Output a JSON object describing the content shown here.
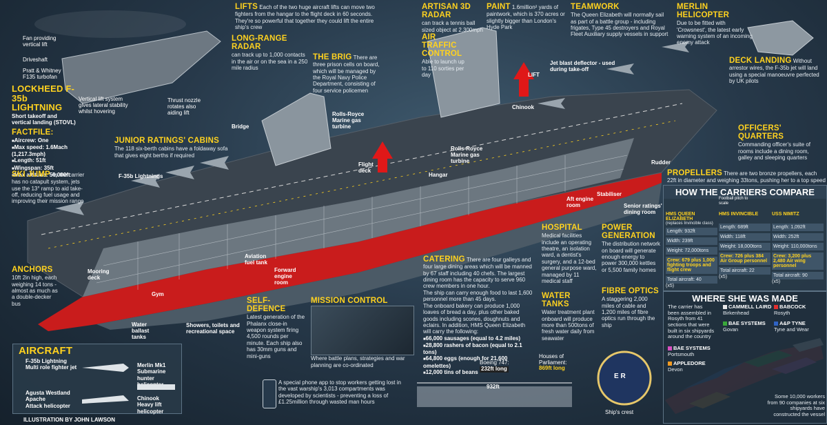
{
  "colors": {
    "accent": "#ffd21f",
    "hull_red": "#c91c1c",
    "deck": "#3c4650",
    "background": "#27394a"
  },
  "lifts": {
    "title": "LIFTS",
    "text": "Each of the two huge aircraft lifts can move two fighters from the hangar to the flight deck in 60 seconds. They're so powerful that together they could lift the entire ship's crew"
  },
  "long_range": {
    "title": "LONG-RANGE RADAR",
    "text": "can track up to 1,000 contacts in the air or on the sea in a 250 mile radius"
  },
  "artisan": {
    "title": "ARTISAN 3D RADAR",
    "text": "can track a tennis ball sized object at 2,300mph"
  },
  "atc": {
    "title": "AIR TRAFFIC CONTROL",
    "text": "Able to launch up to 110 sorties per day"
  },
  "paint": {
    "title": "PAINT",
    "text": "1.6million² yards of paintwork, which is 370 acres or slightly bigger than London's Hyde Park"
  },
  "teamwork": {
    "title": "TEAMWORK",
    "text": "The Queen Elizabeth will normally sail as part of a battle group - including frigates, Type 45 destroyers and Royal Fleet Auxiliary supply vessels in support"
  },
  "merlin": {
    "title": "MERLIN HELICOPTER",
    "text": "Due to be fitted with 'Crowsnest', the latest early warning system of an incoming enemy attack"
  },
  "deck_landing": {
    "title": "DECK LANDING",
    "text": "Without arrestor wires, the F-35b jet will land using a special manoeuvre perfected by UK pilots"
  },
  "brig": {
    "title": "THE BRIG",
    "text": "There are three prison cells on board, which will be managed by the Royal Navy Police Department, consisting of four service policemen"
  },
  "f35_labels": {
    "fan": "Fan providing vertical lift",
    "driveshaft": "Driveshaft",
    "pw": "Pratt & Whitney F135 turbofan",
    "vlift": "Vertical lift system gives lateral stability whilst hovering",
    "nozzle": "Thrust nozzle rotates also aiding lift"
  },
  "lightning": {
    "title": "LOCKHEED F-35b LIGHTNING",
    "subtitle": "Short takeoff and vertical landing (STOVL)",
    "factfile": "FACTFILE:",
    "facts": [
      "Aircrew: One",
      "Max speed: 1.6Mach (1,217.3mph)",
      "Length: 51ft",
      "Wingspan: 35ft",
      "Max altitude: 50,000ft"
    ]
  },
  "junior": {
    "title": "JUNIOR RATINGS' CABINS",
    "text": "The 118 six-berth cabins have a foldaway sofa that gives eight berths if required"
  },
  "ski": {
    "title": "SKI JUMP",
    "text": "As the carrier has no catapult system, jets use the 13° ramp to aid take-off, reducing fuel usage and improving their mission range"
  },
  "anchors": {
    "title": "ANCHORS",
    "text": "10ft 2in high, each weighing 14 tons - almost as much as a double-decker bus"
  },
  "officers": {
    "title": "OFFICERS' QUARTERS",
    "text": "Commanding officer's suite of rooms include a dining room, galley and sleeping quarters"
  },
  "propellers": {
    "title": "PROPELLERS",
    "text": "There are two bronze propellers, each 22ft in diameter and weighing 33tons, pushing her to a top speed of 30mph."
  },
  "ship_labels": {
    "bridge": "Bridge",
    "rr1": "Rolls-Royce Marine gas turbine",
    "rr2": "Rolls-Royce Marine gas turbine",
    "f35": "F-35b Lightnings",
    "flight_deck": "Flight deck",
    "hangar": "Hangar",
    "lift": "LIFT",
    "blast": "Jet blast deflector - used during take-off",
    "chinook": "Chinook",
    "rudder": "Rudder",
    "aft": "Aft engine room",
    "stabiliser": "Stabiliser",
    "senior": "Senior ratings' dining room",
    "aviation": "Aviation fuel tank",
    "forward": "Forward engine room",
    "mooring": "Mooring deck",
    "gym": "Gym",
    "ballast": "Water ballast tanks",
    "showers": "Showers, toilets and recreational space"
  },
  "hospital": {
    "title": "HOSPITAL",
    "text": "Medical facilities include an operating theatre, an isolation ward, a dentist's surgery, and a 12-bed general purpose ward, managed by 11 medical staff"
  },
  "power": {
    "title": "POWER GENERATION",
    "text": "The distribution network on board will generate enough energy to power 300,000 kettles or 5,500 family homes"
  },
  "fibre": {
    "title": "FIBRE OPTICS",
    "text": "A staggering 2,000 miles of cable and 1,200 miles of fibre optics run through the ship"
  },
  "water": {
    "title": "WATER TANKS",
    "text": "Water treatment plant onboard will produce more than 500tons of fresh water daily from seawater"
  },
  "catering": {
    "title": "CATERING",
    "text": "There are four galleys and four large dining areas which will be manned by 67 staff including 40 chefs. The largest dining room has the capacity to serve 960 crew members in one hour.",
    "text2": "The ship can carry enough food to last 1,600 personnel more than 45 days.",
    "text3": "The onboard bakery can produce 1,000 loaves of bread a day, plus other baked goods including scones, doughnuts and eclairs. In addition, HMS Queen Elizabeth will carry the following:",
    "items": [
      "66,000 sausages (equal to 4.2 miles)",
      "28,800 rashers of bacon (equal to 2.1 tons)",
      "64,800 eggs (enough for 21,600 omelettes)",
      "12,000 tins of beans"
    ]
  },
  "selfdef": {
    "title": "SELF-DEFENCE",
    "text": "Latest generation of the Phalanx close-in weapon system firing 4,500 rounds per minute. Each ship also has 30mm guns and mini-guns"
  },
  "mission": {
    "title": "MISSION CONTROL",
    "text": "Where battle plans, strategies and war planning are co-ordinated"
  },
  "aircraft": {
    "title": "AIRCRAFT",
    "items": [
      {
        "name": "F-35b Lightning",
        "role": "Multi role fighter jet"
      },
      {
        "name": "Merlin Mk1",
        "role": "Submarine hunter helicopter"
      },
      {
        "name": "Agusta Westland Apache",
        "role": "Attack helicopter"
      },
      {
        "name": "Chinook",
        "role": "Heavy lift helicopter"
      }
    ]
  },
  "phone_app": "A special phone app to stop workers getting lost in the vast warship's 3,013 compartments was developed by scientists - preventing a loss of £1.25million through wasted man hours",
  "credit": "ILLUSTRATION BY JOHN LAWSON",
  "size": {
    "boeing": "Boeing 747:",
    "boeing_val": "232ft long",
    "parl": "Houses of Parliament:",
    "parl_val": "869ft long",
    "ship_len": "932ft"
  },
  "crest": {
    "label": "Ship's crest",
    "letters": "E R"
  },
  "compare": {
    "title": "HOW THE CARRIERS COMPARE",
    "pitch": "Football pitch to scale",
    "carriers": [
      {
        "name": "HMS QUEEN ELIZABETH",
        "note": "(replaces Invincible class)",
        "length": "Length: 932ft",
        "width": "Width: 239ft",
        "weight": "Weight: 72,000tons",
        "crew": "Crew: 679 plus 1,000 fighting troops and flight crew",
        "aircraft": "Total aircraft: 40",
        "multi": "(x5)"
      },
      {
        "name": "HMS INVINCIBLE",
        "note": "",
        "length": "Length: 689ft",
        "width": "Width: 118ft",
        "weight": "Weight: 18,000tons",
        "crew": "Crew: 726 plus 384 Air Group personnel",
        "aircraft": "Total aircraft: 22",
        "multi": "(x5)"
      },
      {
        "name": "USS NIMITZ",
        "note": "",
        "length": "Length: 1,092ft",
        "width": "Width: 252ft",
        "weight": "Weight: 110,000tons",
        "crew": "Crew: 3,200 plus 2,480 Air wing personnel",
        "aircraft": "Total aircraft: 90",
        "multi": "(x5)"
      }
    ]
  },
  "made": {
    "title": "WHERE SHE WAS MADE",
    "intro": "The carrier has been assembled in Rosyth from 41 sections that were built in six shipyards around the country",
    "yards": [
      {
        "name": "CAMMELL LAIRD",
        "place": "Birkenhead",
        "color": "#e9e9e9"
      },
      {
        "name": "BABCOCK",
        "place": "Rosyth",
        "color": "#e22f2f"
      },
      {
        "name": "BAE SYSTEMS",
        "place": "Govan",
        "color": "#3aa83a"
      },
      {
        "name": "A&P TYNE",
        "place": "Tyne and Wear",
        "color": "#2f63c4"
      },
      {
        "name": "BAE SYSTEMS",
        "place": "Portsmouth",
        "color": "#d94fc0"
      },
      {
        "name": "APPLEDORE",
        "place": "Devon",
        "color": "#f29b22"
      }
    ],
    "outro": "Some 10,000 workers from 90 companies at six shipyards have constructed the vessel"
  }
}
